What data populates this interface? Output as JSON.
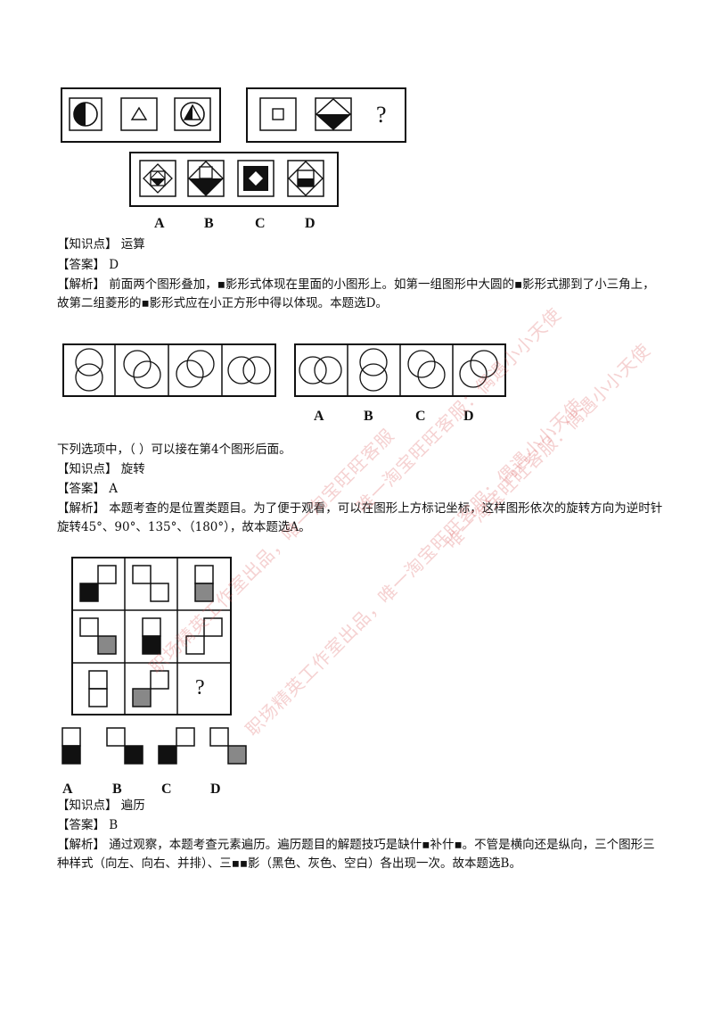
{
  "watermarks": [
    "唯一淘宝旺旺客服：偶遇小小天使",
    "唯一淘宝旺旺客服：偶遇小小天使",
    "职场精英工作室出品，唯一淘宝旺旺客服：偶遇小小天使",
    "职场精英工作室出品，唯一淘宝旺旺客服"
  ],
  "q1": {
    "options": [
      "A",
      "B",
      "C",
      "D"
    ],
    "question_mark": "?",
    "knowledge": "【知识点】 运算",
    "answer": "【答案】 D",
    "analysis_line1": "【解析】 前面两个图形叠加，▪影形式体现在里面的小图形上。如第一组图形中大圆的▪影形式挪到了小三角上，",
    "analysis_line2": "故第二组菱形的▪影形式应在小正方形中得以体现。本题选D。"
  },
  "q2": {
    "options": [
      "A",
      "B",
      "C",
      "D"
    ],
    "stem": "下列选项中，（ ）可以接在第4个图形后面。",
    "knowledge": "【知识点】 旋转",
    "answer": "【答案】 A",
    "analysis_line1": "【解析】 本题考查的是位置类题目。为了便于观看，可以在图形上方标记坐标，这样图形依次的旋转方向为逆时针",
    "analysis_line2": "旋转45°、90°、135°、（180°），故本题选A。"
  },
  "q3": {
    "options": [
      "A",
      "B",
      "C",
      "D"
    ],
    "question_mark": "?",
    "knowledge": "【知识点】 遍历",
    "answer": "【答案】 B",
    "analysis_line1": "【解析】 通过观察，本题考查元素遍历。遍历题目的解题技巧是缺什▪补什▪。不管是横向还是纵向，三个图形三",
    "analysis_line2": "种样式（向左、向右、并排）、三▪▪影（黑色、灰色、空白）各出现一次。故本题选B。"
  }
}
